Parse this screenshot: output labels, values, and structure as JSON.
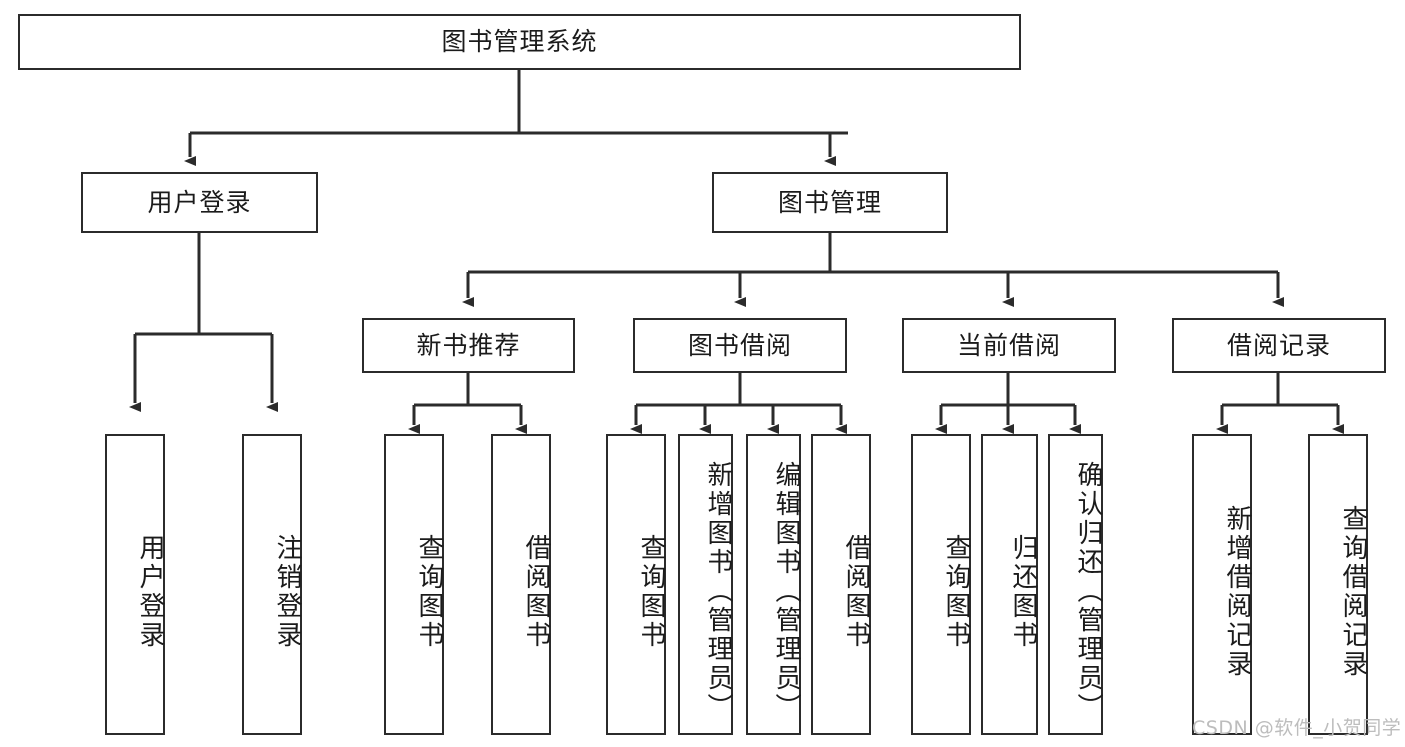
{
  "diagram": {
    "type": "tree-hierarchy",
    "title": "图书管理系统",
    "watermark": "CSDN @软件_小贺同学",
    "colors": {
      "stroke": "#2b2b2b",
      "fill": "#ffffff",
      "text": "#1b1b1b",
      "watermark": "#bdbdbd"
    },
    "levels": {
      "root": {
        "label": "图书管理系统"
      },
      "level2": [
        {
          "label": "用户登录"
        },
        {
          "label": "图书管理"
        }
      ],
      "level3": [
        {
          "label": "新书推荐"
        },
        {
          "label": "图书借阅"
        },
        {
          "label": "当前借阅"
        },
        {
          "label": "借阅记录"
        }
      ],
      "leaves": [
        {
          "label": "用户登录",
          "parent": "用户登录"
        },
        {
          "label": "注销登录",
          "parent": "用户登录"
        },
        {
          "label": "查询图书",
          "parent": "新书推荐"
        },
        {
          "label": "借阅图书",
          "parent": "新书推荐"
        },
        {
          "label": "查询图书",
          "parent": "图书借阅"
        },
        {
          "label": "新增图书（管理员）",
          "parent": "图书借阅"
        },
        {
          "label": "编辑图书（管理员）",
          "parent": "图书借阅"
        },
        {
          "label": "借阅图书",
          "parent": "图书借阅"
        },
        {
          "label": "查询图书",
          "parent": "当前借阅"
        },
        {
          "label": "归还图书",
          "parent": "当前借阅"
        },
        {
          "label": "确认归还（管理员）",
          "parent": "当前借阅"
        },
        {
          "label": "新增借阅记录",
          "parent": "借阅记录"
        },
        {
          "label": "查询借阅记录",
          "parent": "借阅记录"
        }
      ]
    }
  }
}
